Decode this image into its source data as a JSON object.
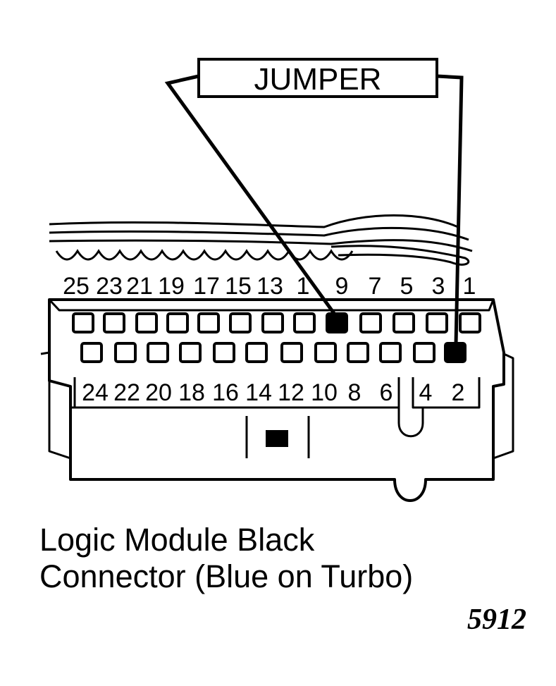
{
  "jumper_label": "JUMPER",
  "top_row_labels": [
    "25",
    "23",
    "21",
    "19",
    "17",
    "15",
    "13",
    "1",
    "9",
    "7",
    "5",
    "3",
    "1"
  ],
  "bottom_row_labels": [
    "24",
    "22",
    "20",
    "18",
    "16",
    "14",
    "12",
    "10",
    "8",
    "6",
    "4",
    "2"
  ],
  "caption_line1": "Logic Module Black",
  "caption_line2": "Connector (Blue on Turbo)",
  "figure_number": "5912",
  "jumpered_pins": [
    "9",
    "2"
  ]
}
